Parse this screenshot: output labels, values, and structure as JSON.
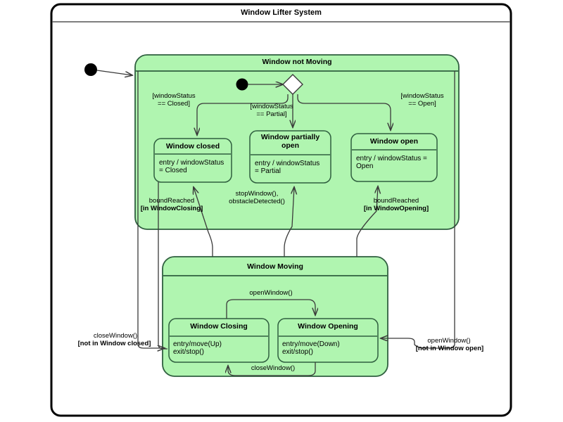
{
  "diagram": {
    "frame_title": "Window Lifter System",
    "colors": {
      "state_fill": "#b0f5b0",
      "state_border": "#2f5f3f",
      "frame_border": "#000000",
      "line": "#3a3a3a",
      "text": "#000000",
      "background": "#ffffff"
    }
  },
  "composite_states": {
    "not_moving": {
      "title": "Window not Moving"
    },
    "moving": {
      "title": "Window Moving"
    }
  },
  "states": {
    "window_closed": {
      "title": "Window closed",
      "body": "entry / windowStatus\n= Closed"
    },
    "window_partially_open": {
      "title": "Window partially\nopen",
      "body": "entry / windowStatus\n= Partial"
    },
    "window_open": {
      "title": "Window open",
      "body": "entry / windowStatus =\nOpen"
    },
    "window_closing": {
      "title": "Window Closing",
      "body": "entry/move(Up)\nexit/stop()"
    },
    "window_opening": {
      "title": "Window Opening",
      "body": "entry/move(Down)\nexit/stop()"
    }
  },
  "transitions": {
    "guard_closed": "[windowStatus\n== Closed]",
    "guard_partial": "[windowStatus\n== Partial]",
    "guard_open": "[windowStatus\n== Open]",
    "bound_reached_closing_1": "boundReached",
    "bound_reached_closing_2": "[in WindowClosing]",
    "stop_obstacle": "stopWindow(),\nobstacleDetected()",
    "bound_reached_opening_1": "boundReached",
    "bound_reached_opening_2": "[in WindowOpening]",
    "open_window_inner": "openWindow()",
    "close_window_inner": "closeWindow()",
    "close_window_outer_1": "closeWindow()",
    "close_window_outer_2": "[not in Window closed]",
    "open_window_outer_1": "openWindow()",
    "open_window_outer_2": "[not in Window open]"
  },
  "nodes": {
    "initial_pseudostate": "initial-state-dot",
    "inner_initial_pseudostate": "inner-initial-state-dot",
    "choice_node": "decision-diamond"
  }
}
